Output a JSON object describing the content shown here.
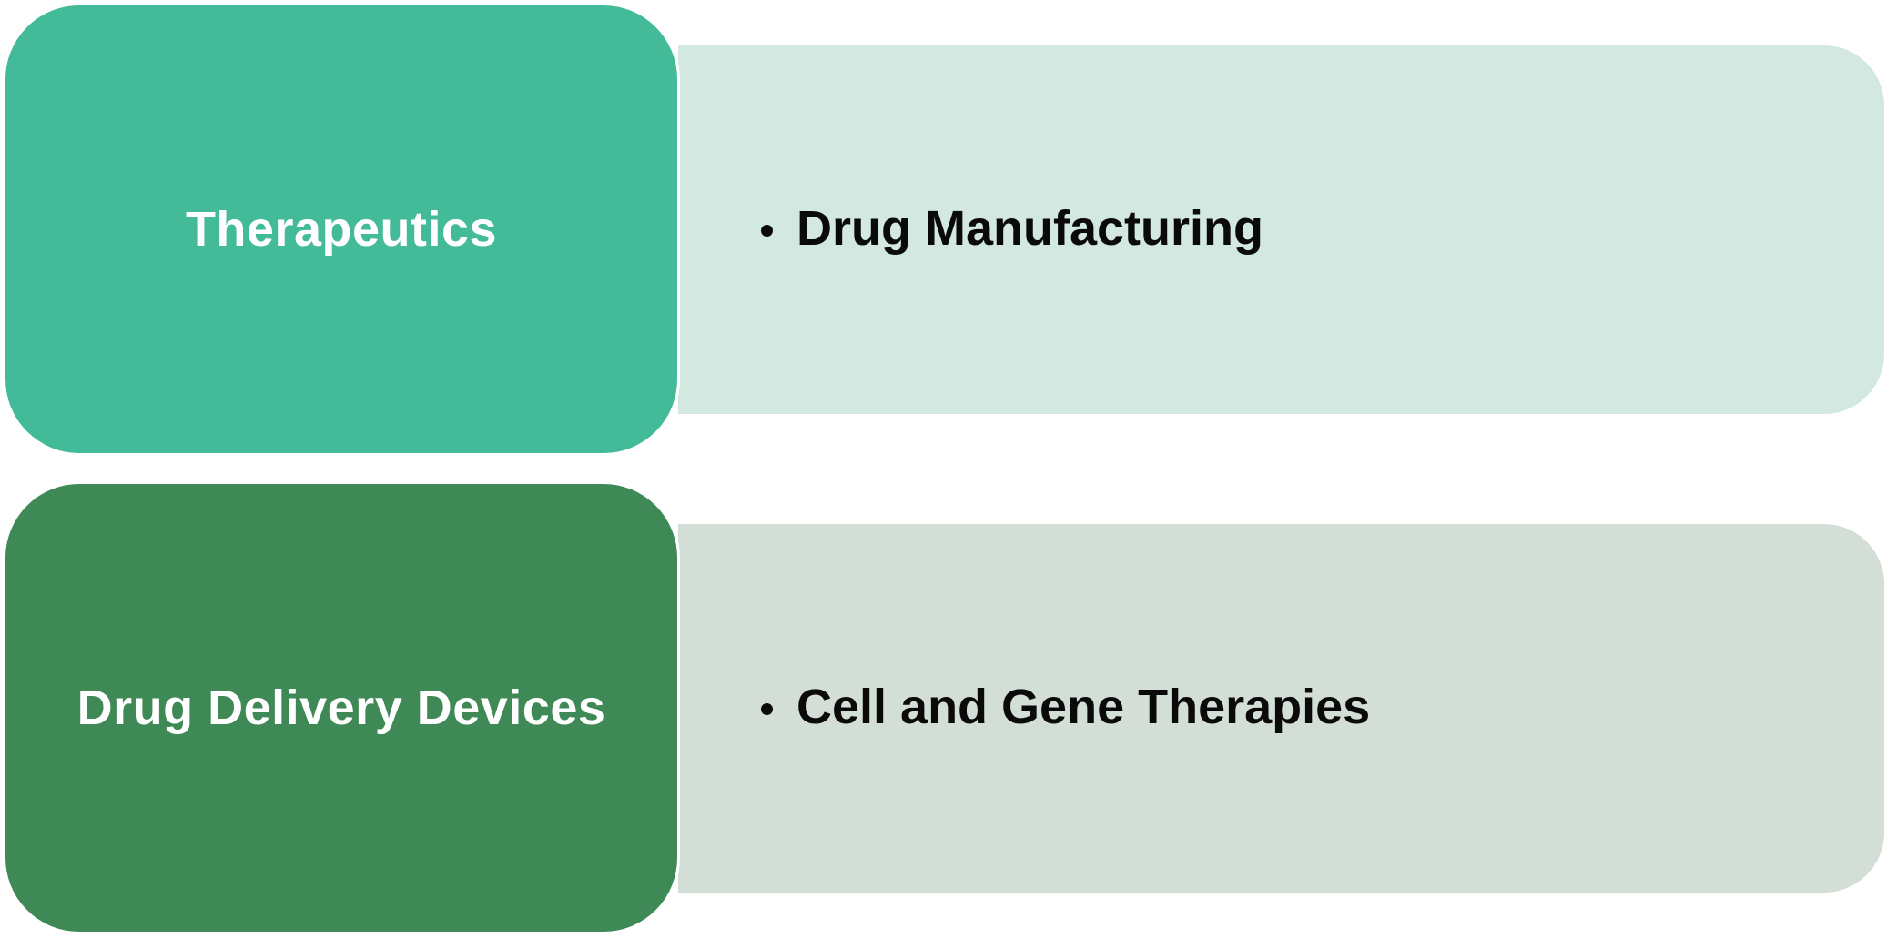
{
  "diagram": {
    "rows": [
      {
        "category": "Therapeutics",
        "items": [
          "Drug Manufacturing"
        ],
        "category_color": "#43ba98",
        "panel_color": "#d3e8e0"
      },
      {
        "category": "Drug Delivery Devices",
        "items": [
          "Cell and Gene Therapies"
        ],
        "category_color": "#3e8955",
        "panel_color": "#d3dfd6"
      }
    ]
  }
}
